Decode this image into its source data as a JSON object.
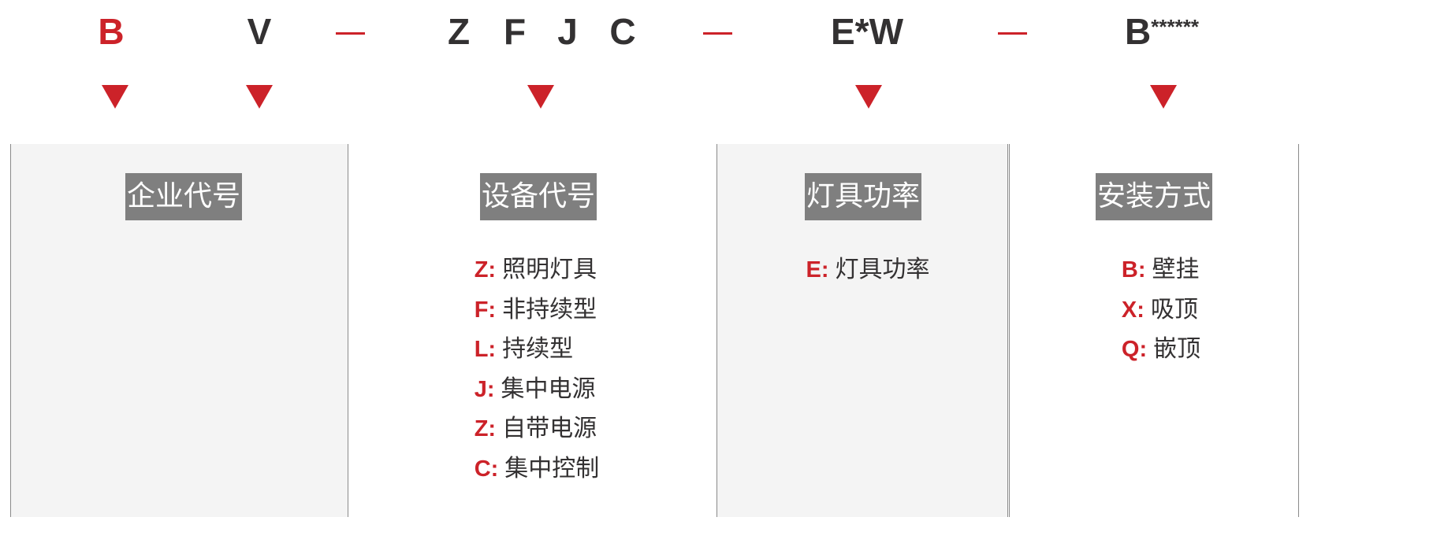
{
  "code_row": {
    "segments": [
      {
        "text": "B",
        "color": "#cc2229"
      },
      {
        "text": "V",
        "color": "#333132"
      },
      {
        "text": "—",
        "type": "separator",
        "color": "#cc2229"
      },
      {
        "text": "Z",
        "color": "#333132"
      },
      {
        "text": "F",
        "color": "#333132"
      },
      {
        "text": "J",
        "color": "#333132"
      },
      {
        "text": "C",
        "color": "#333132"
      },
      {
        "text": "—",
        "type": "separator",
        "color": "#cc2229"
      },
      {
        "text": "E*W",
        "color": "#333132"
      },
      {
        "text": "—",
        "type": "separator",
        "color": "#cc2229"
      },
      {
        "text": "B",
        "suffix": "******",
        "color": "#333132"
      }
    ]
  },
  "arrows": {
    "count": 5,
    "color": "#cc2229",
    "icon": "down-triangle-icon"
  },
  "panels": [
    {
      "heading": "企业代号",
      "background": "gray",
      "items": []
    },
    {
      "heading": "设备代号",
      "background": "white",
      "items": [
        {
          "key": "Z:",
          "value": "照明灯具"
        },
        {
          "key": "F:",
          "value": "非持续型"
        },
        {
          "key": "L:",
          "value": "持续型"
        },
        {
          "key": "J:",
          "value": "集中电源"
        },
        {
          "key": "Z:",
          "value": "自带电源"
        },
        {
          "key": "C:",
          "value": "集中控制"
        }
      ]
    },
    {
      "heading": "灯具功率",
      "background": "gray",
      "items": [
        {
          "key": "E:",
          "value": "灯具功率"
        }
      ]
    },
    {
      "heading": "安装方式",
      "background": "white",
      "items": [
        {
          "key": "B:",
          "value": "壁挂"
        },
        {
          "key": "X:",
          "value": "吸顶"
        },
        {
          "key": "Q:",
          "value": "嵌顶"
        }
      ]
    }
  ],
  "colors": {
    "accent_red": "#cc2229",
    "text_dark": "#333132",
    "heading_bg": "#7f7f7f",
    "panel_gray": "#f4f4f4",
    "divider": "#8a8a8a"
  }
}
